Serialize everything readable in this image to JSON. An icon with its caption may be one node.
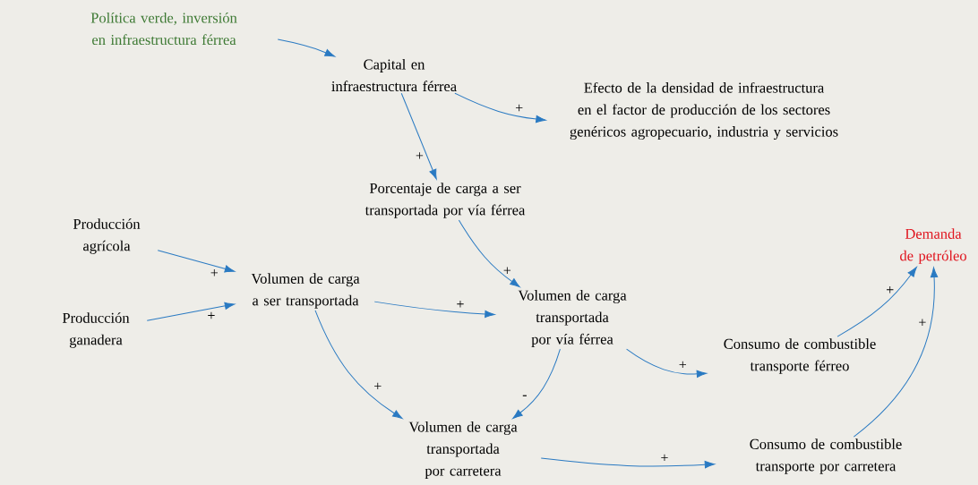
{
  "diagram": {
    "nodes": [
      {
        "text": [
          "Política verde, inversión en infraestructura férrea"
        ]
      },
      {
        "text": [
          "Capital en infraestructura férrea"
        ]
      },
      {
        "text": [
          "Efecto de la densidad de infraestructura en el factor de producción de los sectores genéricos agropecuario, industria y servicios"
        ]
      },
      {
        "text": [
          "Porcentaje de carga a ser transportada por vía férrea"
        ]
      },
      {
        "text": [
          "Producción agrícola"
        ]
      },
      {
        "text": [
          "Producción ganadera"
        ]
      },
      {
        "text": [
          "Volumen de carga a ser transportada"
        ]
      },
      {
        "text": [
          "Volumen de carga transportada por vía férrea"
        ]
      },
      {
        "text": [
          "Demanda de petróleo"
        ]
      },
      {
        "text": [
          "Consumo de combustible transporte férreo"
        ]
      },
      {
        "text": [
          "Volumen de carga transportada por carretera"
        ]
      },
      {
        "text": [
          "Consumo de combustible transporte por carretera"
        ]
      }
    ],
    "edges": [
      {
        "from": 0,
        "to": 1,
        "arrow": "to"
      },
      {
        "from": 1,
        "to": 2,
        "arrow": "to",
        "label": "+"
      },
      {
        "from": 1,
        "to": 3,
        "arrow": "to",
        "label": "+"
      },
      {
        "from": 3,
        "to": 7,
        "arrow": "to",
        "label": "+"
      },
      {
        "from": 4,
        "to": 6,
        "arrow": "to",
        "label": "+"
      },
      {
        "from": 5,
        "to": 6,
        "arrow": "to",
        "label": "+"
      },
      {
        "from": 6,
        "to": 7,
        "arrow": "to",
        "label": "+"
      },
      {
        "from": 6,
        "to": 10,
        "arrow": "to",
        "label": "+"
      },
      {
        "from": 7,
        "to": 9,
        "arrow": "to",
        "label": "+"
      },
      {
        "from": 7,
        "to": 10,
        "arrow": "to",
        "label": "-"
      },
      {
        "from": 9,
        "to": 8,
        "arrow": "to",
        "label": "+"
      },
      {
        "from": 11,
        "to": 8,
        "arrow": "to",
        "label": "+"
      },
      {
        "from": 10,
        "to": 11,
        "arrow": "to",
        "label": "+"
      }
    ]
  }
}
